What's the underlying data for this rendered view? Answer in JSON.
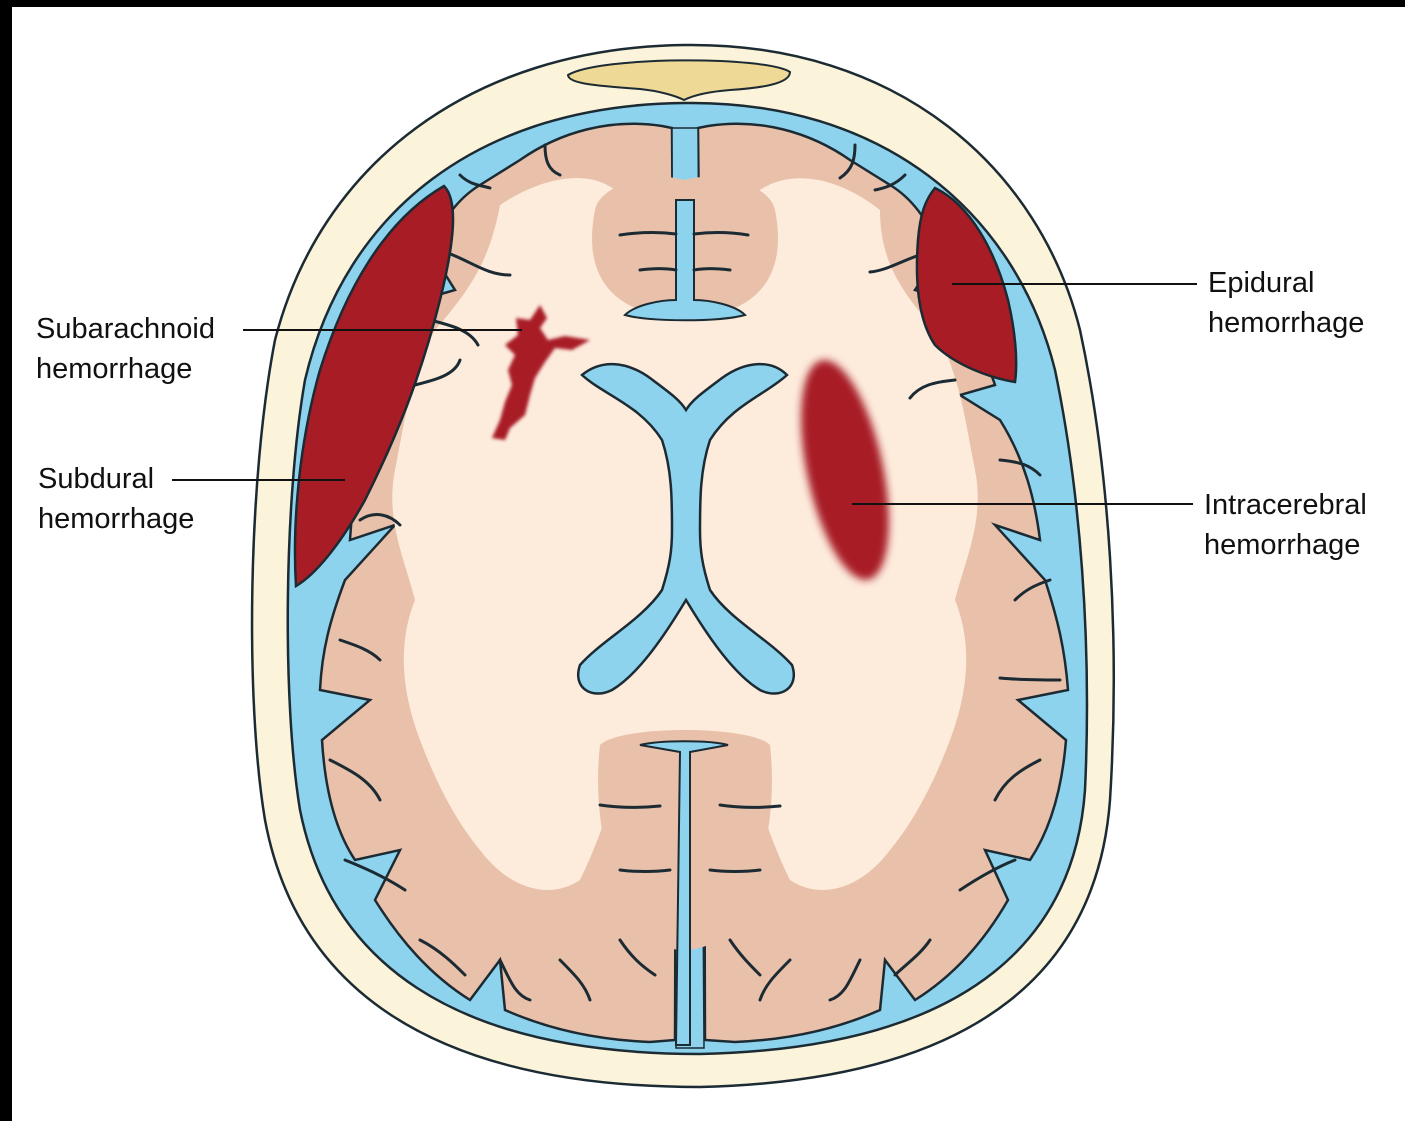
{
  "figure": {
    "colors": {
      "scalp": "#FBF3DA",
      "skull_fat": "#EED996",
      "csf": "#8DD3EE",
      "gray_matter": "#E9C1AA",
      "white_matter": "#FDEBDC",
      "blood": "#A81C26",
      "outline": "#1C2B33",
      "leader": "#111111"
    },
    "labels": {
      "subarachnoid": {
        "line1": "Subarachnoid",
        "line2": "hemorrhage"
      },
      "subdural": {
        "line1": "Subdural",
        "line2": "hemorrhage"
      },
      "epidural": {
        "line1": "Epidural",
        "line2": "hemorrhage"
      },
      "intracerebral": {
        "line1": "Intracerebral",
        "line2": "hemorrhage"
      }
    }
  }
}
